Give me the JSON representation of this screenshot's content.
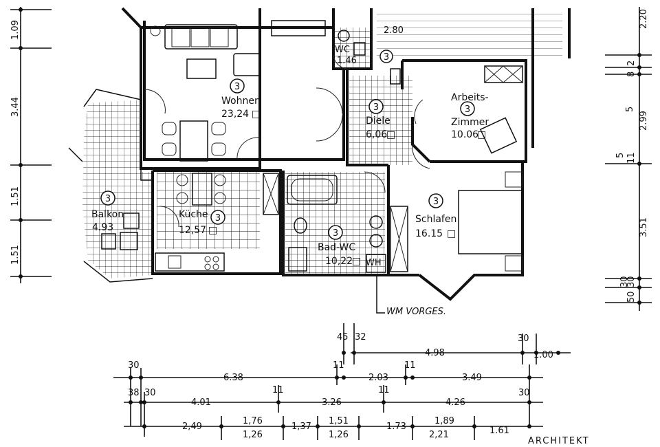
{
  "rooms": [
    {
      "id": "wohnen",
      "name": "Wohnen",
      "area": "23,24",
      "unit_mark": "□",
      "marker": "3"
    },
    {
      "id": "wc",
      "name": "WC",
      "area": "1.46",
      "unit_mark": "",
      "marker": "3"
    },
    {
      "id": "diele",
      "name": "Diele",
      "area": "6,06",
      "unit_mark": "□",
      "marker": "3"
    },
    {
      "id": "arbeits",
      "name": "Arbeits-",
      "name2": "Zimmer",
      "area": "10.06",
      "unit_mark": "□",
      "marker": "3"
    },
    {
      "id": "balkon",
      "name": "Balkon",
      "area": "4.93",
      "unit_mark": "",
      "marker": "3"
    },
    {
      "id": "kueche",
      "name": "Küche",
      "area": "12,57",
      "unit_mark": "□",
      "marker": "3"
    },
    {
      "id": "bad",
      "name": "Bad-WC",
      "area": "10,22",
      "unit_mark": "□",
      "marker": "3"
    },
    {
      "id": "schlafen",
      "name": "Schlafen",
      "area": "16.15",
      "unit_mark": "□",
      "marker": "3"
    }
  ],
  "stair_value": "2.80",
  "wh_label": "WH",
  "wm_note": "WM VORGES.",
  "left_dims": [
    "1.09",
    "3.44",
    "1.51",
    "1.51"
  ],
  "right_dims": [
    "2.20",
    "2",
    "8",
    "2.99",
    "11",
    "3.51",
    "30",
    "50",
    "30"
  ],
  "right_dim_marks": [
    "5",
    "5"
  ],
  "bottom_dims": {
    "row1": [
      "45",
      "32",
      "4.98",
      "30",
      "1.00"
    ],
    "row2": [
      "30",
      "6.38",
      "11",
      "2.03",
      "11",
      "3.49"
    ],
    "row3": [
      "38",
      "30",
      "4.01",
      "11",
      "3.26",
      "11",
      "4.26",
      "30"
    ],
    "row4_top": [
      "1,76",
      "1,51",
      "1,89"
    ],
    "row4": [
      "2,49",
      "1,26",
      "1,37",
      "1,26",
      "1.73",
      "2,21",
      "1.61"
    ]
  },
  "stamp_text": "ARCHITEKT"
}
